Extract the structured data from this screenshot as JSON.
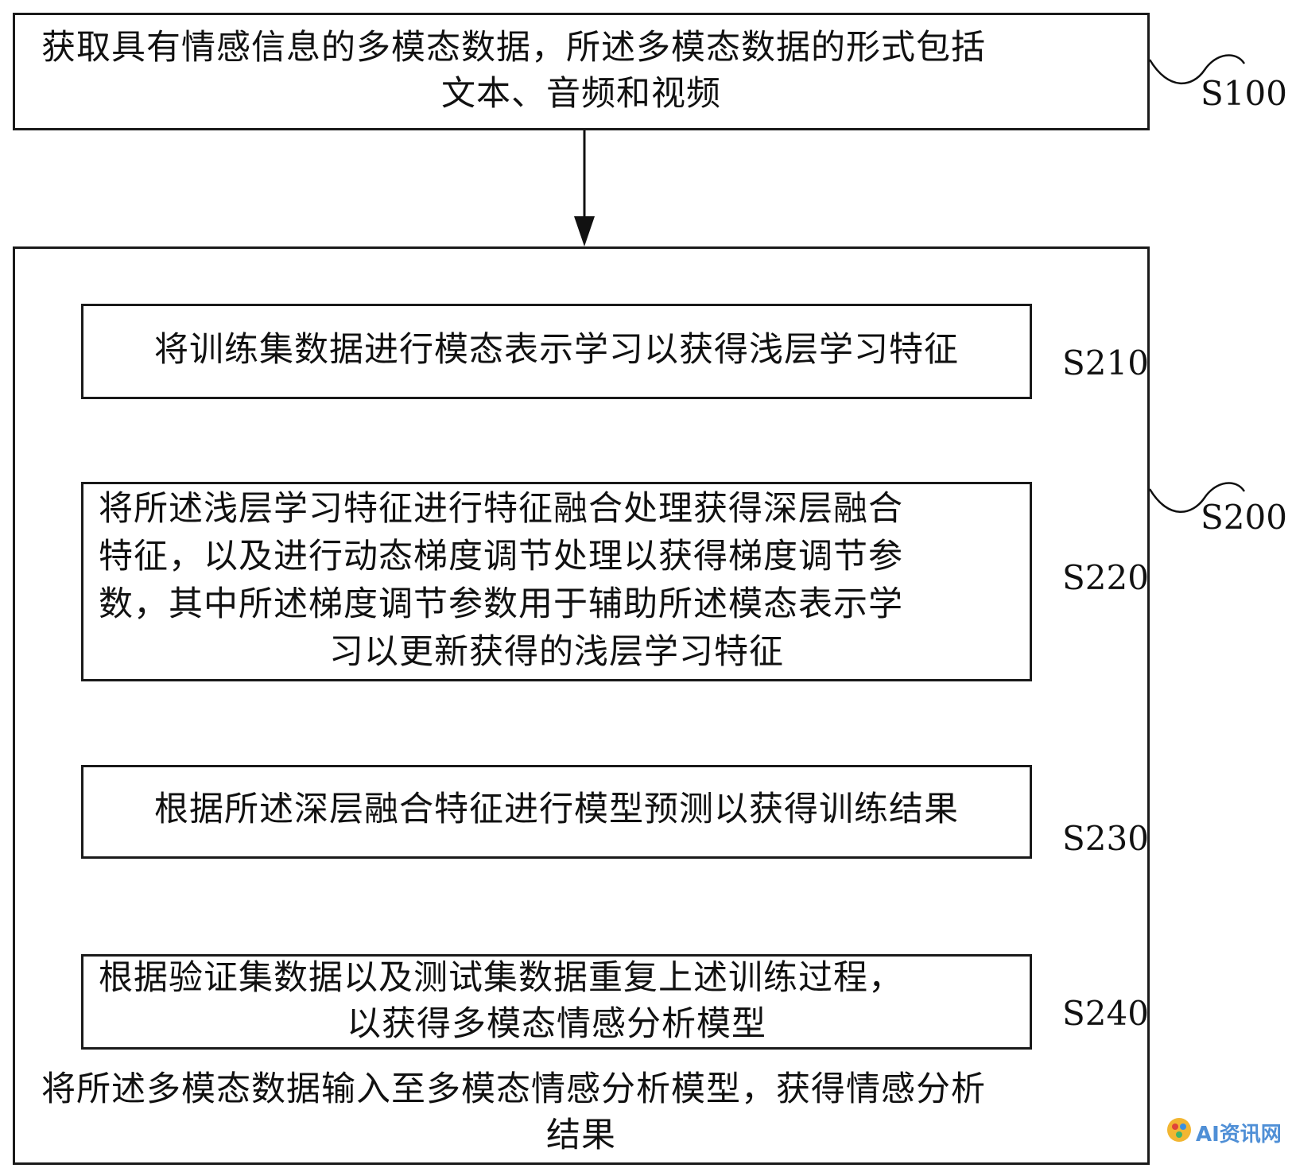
{
  "steps": {
    "s100": {
      "lines": [
        "获取具有情感信息的多模态数据，所述多模态数据的形式包括",
        "文本、音频和视频"
      ],
      "label": "S100"
    },
    "s200": {
      "lines": [
        "将所述多模态数据输入至多模态情感分析模型，获得情感分析",
        "结果"
      ],
      "label": "S200"
    },
    "s210": {
      "lines": [
        "将训练集数据进行模态表示学习以获得浅层学习特征"
      ],
      "label": "S210"
    },
    "s220": {
      "lines": [
        "将所述浅层学习特征进行特征融合处理获得深层融合",
        "特征，以及进行动态梯度调节处理以获得梯度调节参",
        "数，其中所述梯度调节参数用于辅助所述模态表示学",
        "习以更新获得的浅层学习特征"
      ],
      "label": "S220"
    },
    "s230": {
      "lines": [
        "根据所述深层融合特征进行模型预测以获得训练结果"
      ],
      "label": "S230"
    },
    "s240": {
      "lines": [
        "根据验证集数据以及测试集数据重复上述训练过程，",
        "以获得多模态情感分析模型"
      ],
      "label": "S240"
    }
  },
  "watermark": {
    "text": "AI资讯网"
  }
}
